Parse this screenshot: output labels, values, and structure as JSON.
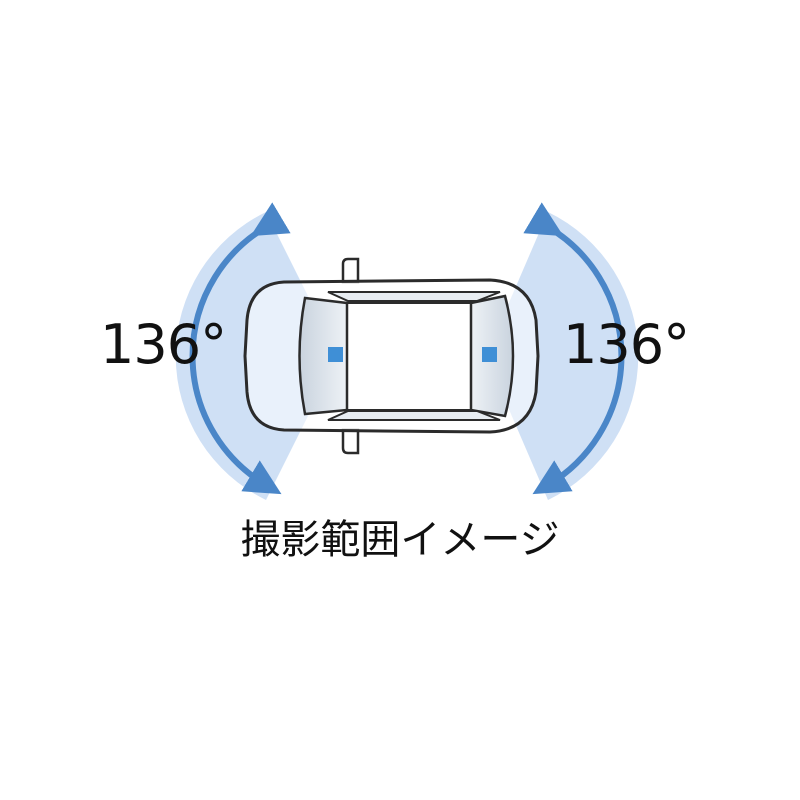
{
  "labels": {
    "rear_angle": "136°",
    "front_angle": "136°",
    "caption": "撮影範囲イメージ"
  },
  "colors": {
    "coverage_fill": "#cfe0f5",
    "arrow": "#4a86c8",
    "camera": "#3f8fd6",
    "car_outline": "#2b2b2b",
    "glass": "#e8edf2"
  }
}
